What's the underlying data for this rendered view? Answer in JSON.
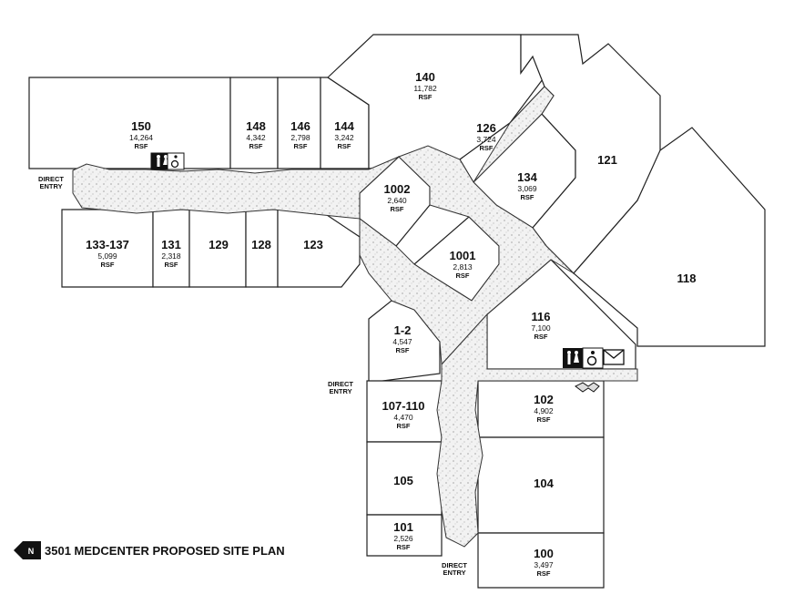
{
  "title": "3501 MEDCENTER PROPOSED SITE PLAN",
  "north_label": "N",
  "entries": [
    {
      "id": "west",
      "line1": "DIRECT",
      "line2": "ENTRY"
    },
    {
      "id": "middle",
      "line1": "DIRECT",
      "line2": "ENTRY"
    },
    {
      "id": "south",
      "line1": "DIRECT",
      "line2": "ENTRY"
    }
  ],
  "suites": [
    {
      "id": "150",
      "number": "150",
      "area": "14,264",
      "unit": "RSF"
    },
    {
      "id": "148",
      "number": "148",
      "area": "4,342",
      "unit": "RSF"
    },
    {
      "id": "146",
      "number": "146",
      "area": "2,798",
      "unit": "RSF"
    },
    {
      "id": "144",
      "number": "144",
      "area": "3,242",
      "unit": "RSF"
    },
    {
      "id": "140",
      "number": "140",
      "area": "11,782",
      "unit": "RSF"
    },
    {
      "id": "126",
      "number": "126",
      "area": "3,724",
      "unit": "RSF"
    },
    {
      "id": "134",
      "number": "134",
      "area": "3,069",
      "unit": "RSF"
    },
    {
      "id": "121",
      "number": "121",
      "area": "",
      "unit": ""
    },
    {
      "id": "118",
      "number": "118",
      "area": "",
      "unit": ""
    },
    {
      "id": "1002",
      "number": "1002",
      "area": "2,640",
      "unit": "RSF"
    },
    {
      "id": "1001",
      "number": "1001",
      "area": "2,813",
      "unit": "RSF"
    },
    {
      "id": "133-137",
      "number": "133-137",
      "area": "5,099",
      "unit": "RSF"
    },
    {
      "id": "131",
      "number": "131",
      "area": "2,318",
      "unit": "RSF"
    },
    {
      "id": "129",
      "number": "129",
      "area": "",
      "unit": ""
    },
    {
      "id": "128",
      "number": "128",
      "area": "",
      "unit": ""
    },
    {
      "id": "123",
      "number": "123",
      "area": "",
      "unit": ""
    },
    {
      "id": "116",
      "number": "116",
      "area": "7,100",
      "unit": "RSF"
    },
    {
      "id": "1-2",
      "number": "1-2",
      "area": "4,547",
      "unit": "RSF"
    },
    {
      "id": "107-110",
      "number": "107-110",
      "area": "4,470",
      "unit": "RSF"
    },
    {
      "id": "105",
      "number": "105",
      "area": "",
      "unit": ""
    },
    {
      "id": "101",
      "number": "101",
      "area": "2,526",
      "unit": "RSF"
    },
    {
      "id": "102",
      "number": "102",
      "area": "4,902",
      "unit": "RSF"
    },
    {
      "id": "104",
      "number": "104",
      "area": "",
      "unit": ""
    },
    {
      "id": "100",
      "number": "100",
      "area": "3,497",
      "unit": "RSF"
    }
  ],
  "icons": {
    "west_restroom": "restroom-icon",
    "west_accessible": "wheelchair-accessible-icon",
    "east_restroom": "restroom-icon",
    "east_accessible": "wheelchair-accessible-icon",
    "mail": "mail-icon",
    "handshake": "handshake-icon",
    "north_arrow": "north-arrow-icon"
  }
}
